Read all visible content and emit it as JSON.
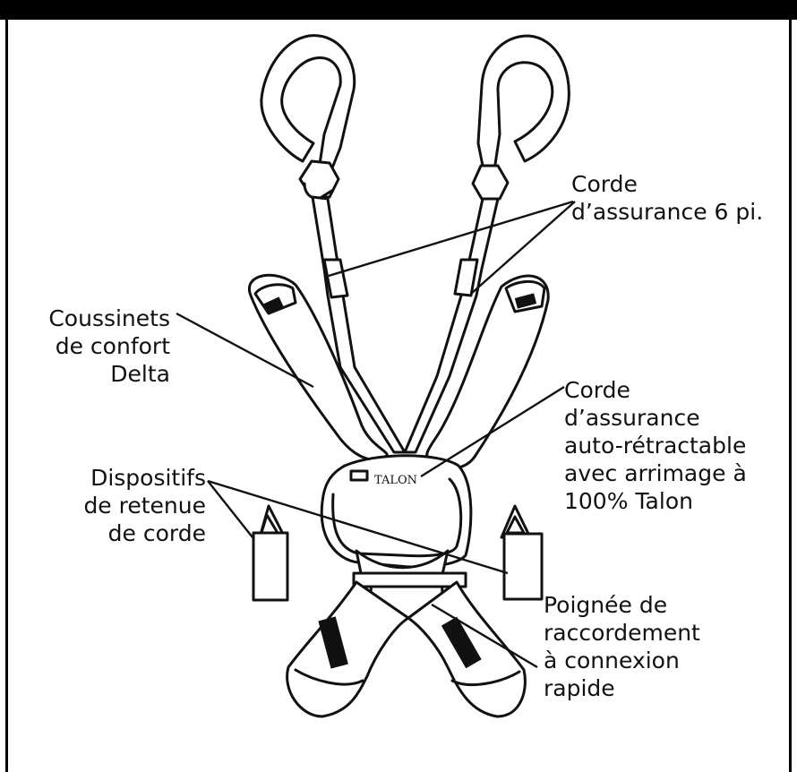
{
  "labels": {
    "lanyard": "Corde\nd’assurance 6 pi.",
    "pads": "Coussinets\nde confort\nDelta",
    "srl": "Corde\nd’assurance\nauto-rétractable\navec arrimage à\n100% Talon",
    "keepers": "Dispositifs\nde retenue\nde corde",
    "handle": "Poignée de\nraccordement\nà connexion\nrapide"
  },
  "device_brand": "TALON",
  "colors": {
    "ink": "#111111",
    "paper": "#ffffff",
    "bar": "#000000"
  }
}
